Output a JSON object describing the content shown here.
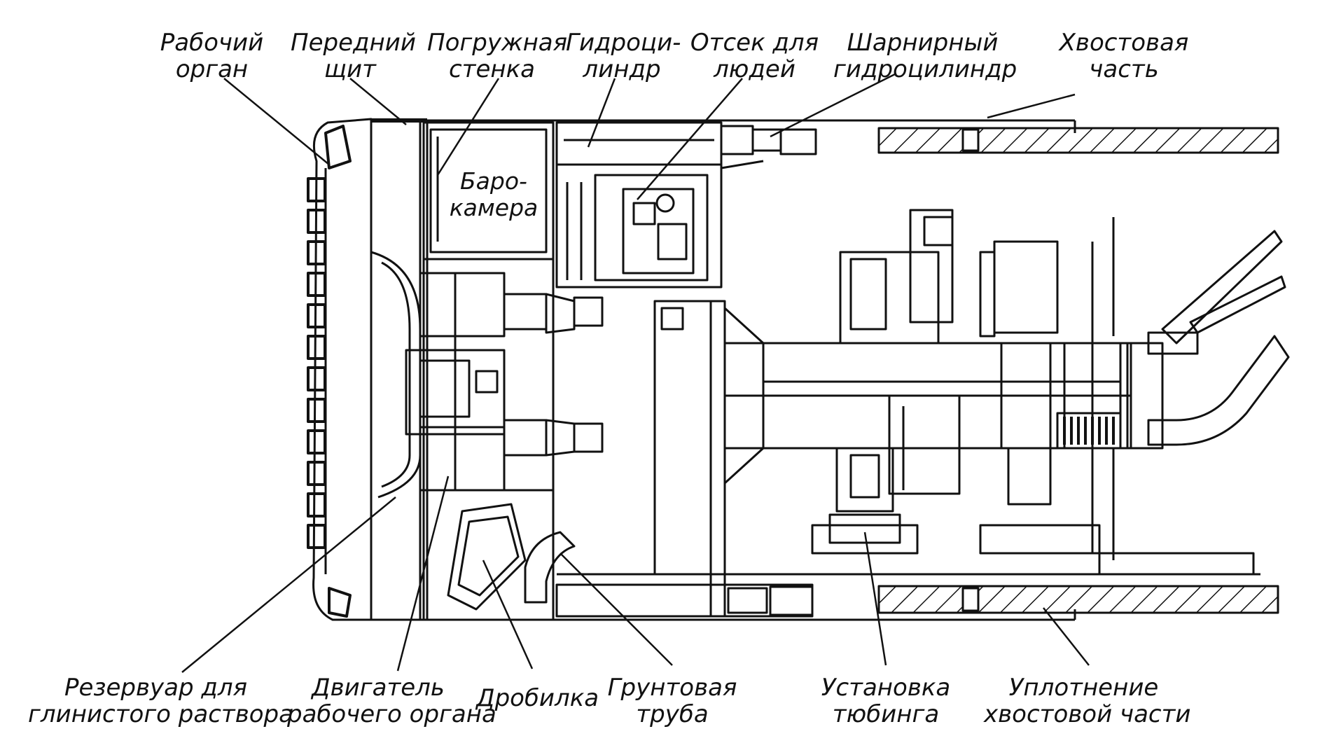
{
  "labels": {
    "working_body": [
      "Рабочий",
      "орган"
    ],
    "front_shield": [
      "Передний",
      "щит"
    ],
    "submersible_wall": [
      "Погружная",
      "стенка"
    ],
    "hydraulic_cylinder": [
      "Гидроци-",
      "линдр"
    ],
    "people_compartment": [
      "Отсек для",
      "людей"
    ],
    "articulated_cylinder": [
      "Шарнирный",
      "гидроцилиндр"
    ],
    "tail_section": [
      "Хвостовая",
      "часть"
    ],
    "pressure_chamber": [
      "Баро-",
      "камера"
    ],
    "slurry_reservoir": [
      "Резервуар для",
      "глинистого раствора"
    ],
    "working_body_motor": [
      "Двигатель",
      "рабочего органа"
    ],
    "crusher": [
      "Дробилка"
    ],
    "soil_pipe": [
      "Грунтовая",
      "труба"
    ],
    "segment_erector": [
      "Установка",
      "тюбинга"
    ],
    "tail_seal": [
      "Уплотнение",
      "хвостовой части"
    ]
  },
  "colors": {
    "line": "#111111",
    "background": "#ffffff"
  }
}
